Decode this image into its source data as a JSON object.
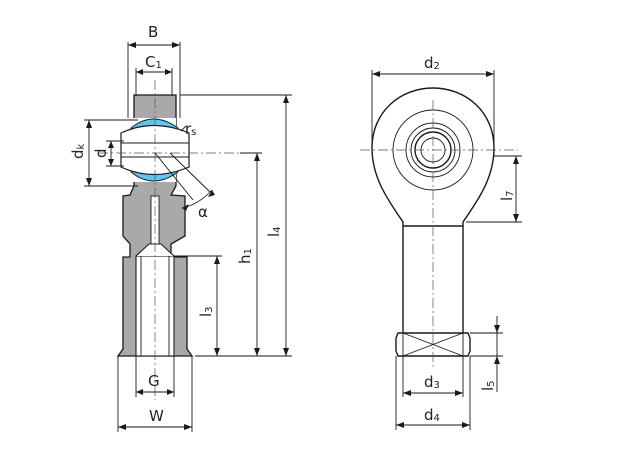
{
  "labels": {
    "B": "B",
    "C1": "C",
    "C1_sub": "1",
    "rs": "r",
    "rs_sub": "s",
    "dk": "d",
    "dk_sub": "k",
    "d": "d",
    "alpha": "α",
    "h1": "h",
    "h1_sub": "1",
    "l4": "l",
    "l4_sub": "4",
    "l3": "l",
    "l3_sub": "3",
    "G": "G",
    "W": "W",
    "d2": "d",
    "d2_sub": "2",
    "l7": "l",
    "l7_sub": "7",
    "d3": "d",
    "d3_sub": "3",
    "l5": "l",
    "l5_sub": "5",
    "d4": "d",
    "d4_sub": "4"
  },
  "colors": {
    "body_fill": "#a9a9a9",
    "ball_fill": "#ffffff",
    "liner_fill": "#5fc4f0",
    "line": "#1a1a1a",
    "background": "#ffffff"
  }
}
